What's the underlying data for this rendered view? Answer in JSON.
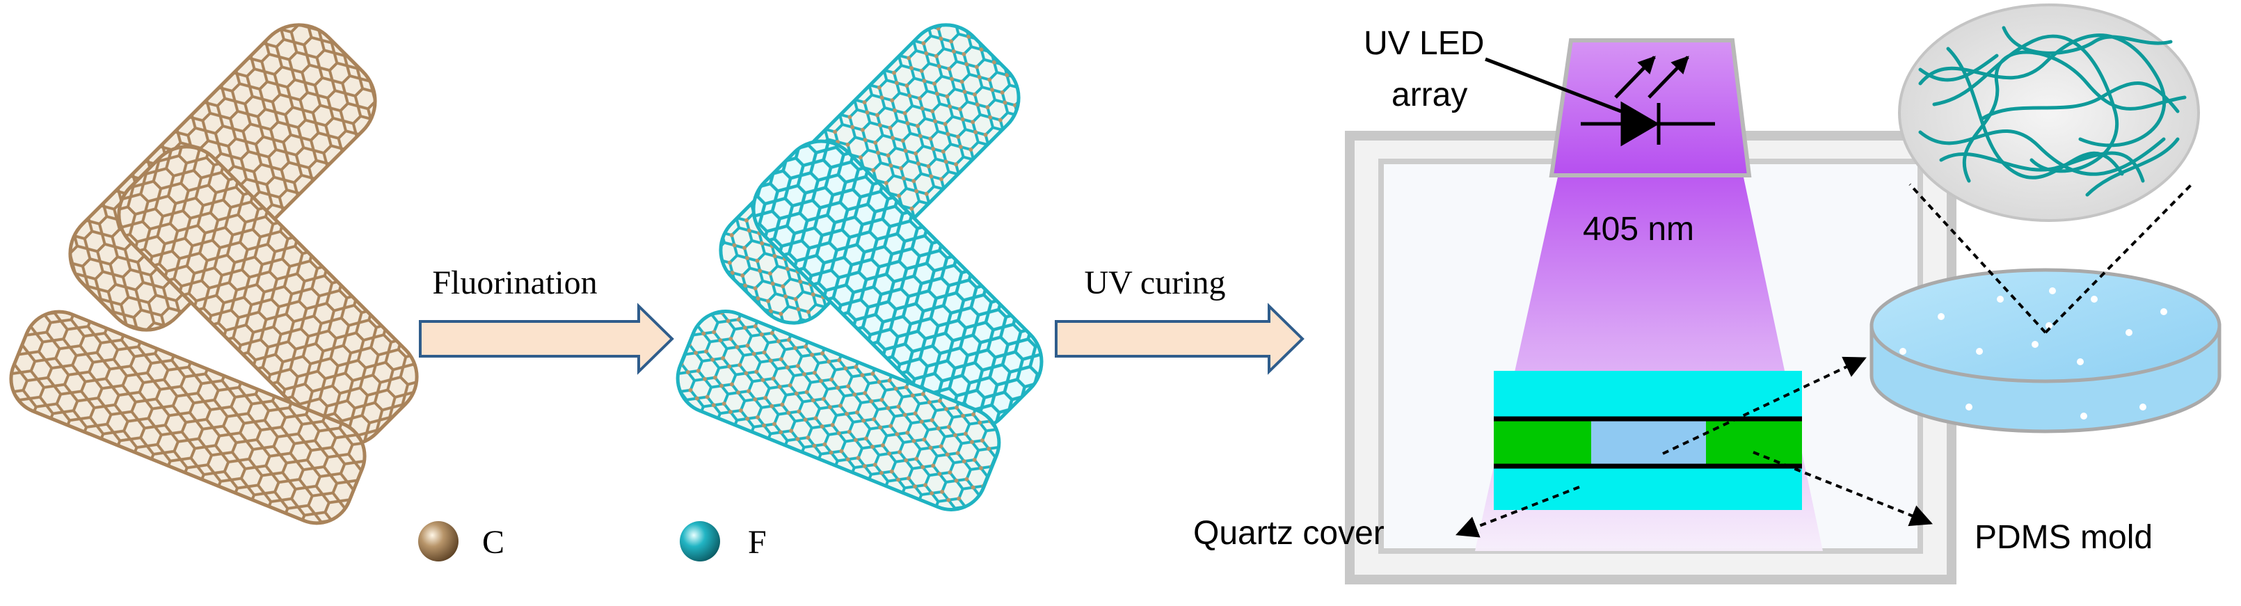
{
  "process": {
    "step1_label": "Fluorination",
    "step2_label": "UV curing"
  },
  "legend": {
    "carbon_label": "C",
    "fluorine_label": "F",
    "carbon_color": "#b8956a",
    "fluorine_color": "#22b5c4"
  },
  "setup": {
    "light_source_line1": "UV LED",
    "light_source_line2": "array",
    "wavelength_label": "405 nm",
    "quartz_label": "Quartz cover",
    "mold_label": "PDMS mold"
  },
  "colors": {
    "tube_brown": "#b8956a",
    "tube_cyan": "#2cc2d2",
    "arrow_fill": "#fbe3cd",
    "arrow_stroke": "#2f5d8c",
    "uv_purple": "#c77cf2",
    "quartz_cyan": "#00f0f0",
    "mold_green": "#00c800",
    "resin_blue": "#8fc9f2",
    "disc_blue": "#a8dcf8",
    "fiber_teal": "#0e9a9a"
  }
}
